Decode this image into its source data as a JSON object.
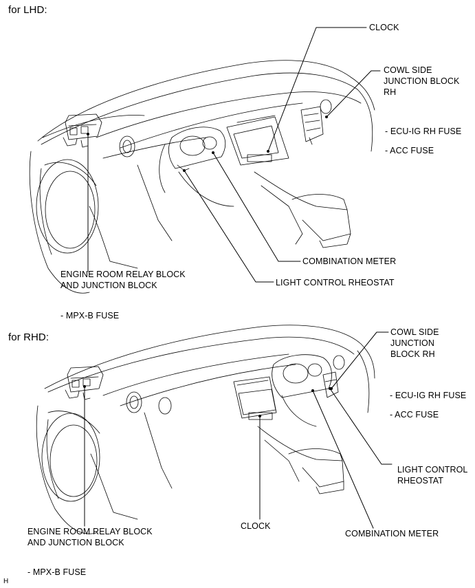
{
  "lhd": {
    "header": "for LHD:",
    "clock": "CLOCK",
    "cowl_side": "COWL SIDE\nJUNCTION BLOCK\nRH",
    "ecu_fuse": "- ECU-IG RH FUSE",
    "acc_fuse": "- ACC FUSE",
    "combination_meter": "COMBINATION METER",
    "light_rheostat": "LIGHT CONTROL RHEOSTAT",
    "engine_room": "ENGINE ROOM RELAY BLOCK\nAND JUNCTION BLOCK",
    "mpx_fuse": "- MPX-B FUSE"
  },
  "rhd": {
    "header": "for RHD:",
    "cowl_side": "COWL SIDE\nJUNCTION\nBLOCK RH",
    "ecu_fuse": "- ECU-IG RH FUSE",
    "acc_fuse": "- ACC FUSE",
    "light_rheostat": "LIGHT CONTROL\nRHEOSTAT",
    "clock": "CLOCK",
    "combination_meter": "COMBINATION METER",
    "engine_room": "ENGINE ROOM RELAY BLOCK\nAND JUNCTION BLOCK",
    "mpx_fuse": "- MPX-B FUSE"
  },
  "footer_mark": "H"
}
